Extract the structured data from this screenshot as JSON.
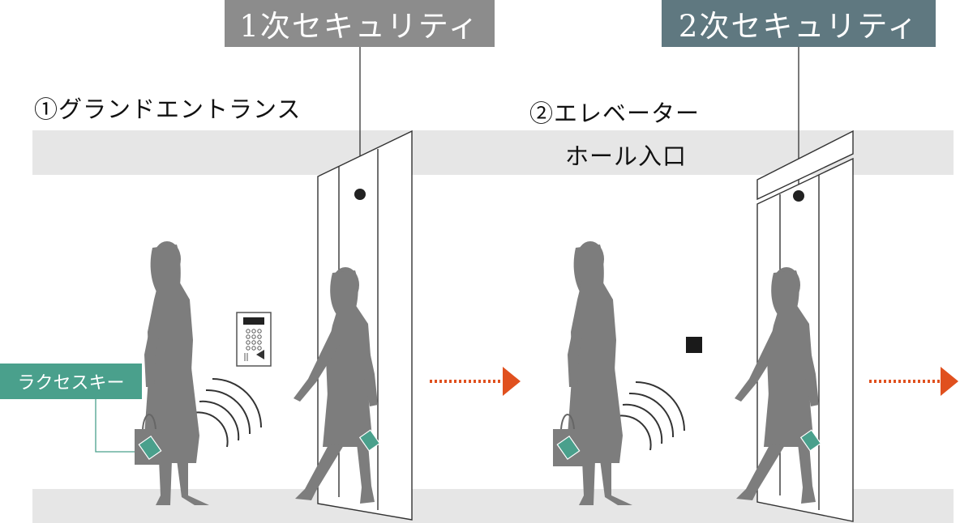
{
  "colors": {
    "band": "#e6e6e6",
    "primary_badge": "#8c8c8c",
    "secondary_badge": "#5f7880",
    "key_teal": "#4aa08c",
    "arrow": "#e0501e",
    "silhouette": "#7d7d7d"
  },
  "security": {
    "primary_label": "1次セキュリティ",
    "secondary_label": "2次セキュリティ"
  },
  "stages": {
    "entrance_label": "①グランドエントランス",
    "elevator_hall_line1": "②エレベーター",
    "elevator_hall_line2": "ホール入口"
  },
  "key_card": {
    "label": "ラクセスキー"
  },
  "icons": [
    "person-icon",
    "intercom-panel-icon",
    "card-reader-icon",
    "key-card-icon",
    "handbag-icon",
    "signal-wave-icon",
    "arrow-right-icon",
    "door-icon"
  ]
}
